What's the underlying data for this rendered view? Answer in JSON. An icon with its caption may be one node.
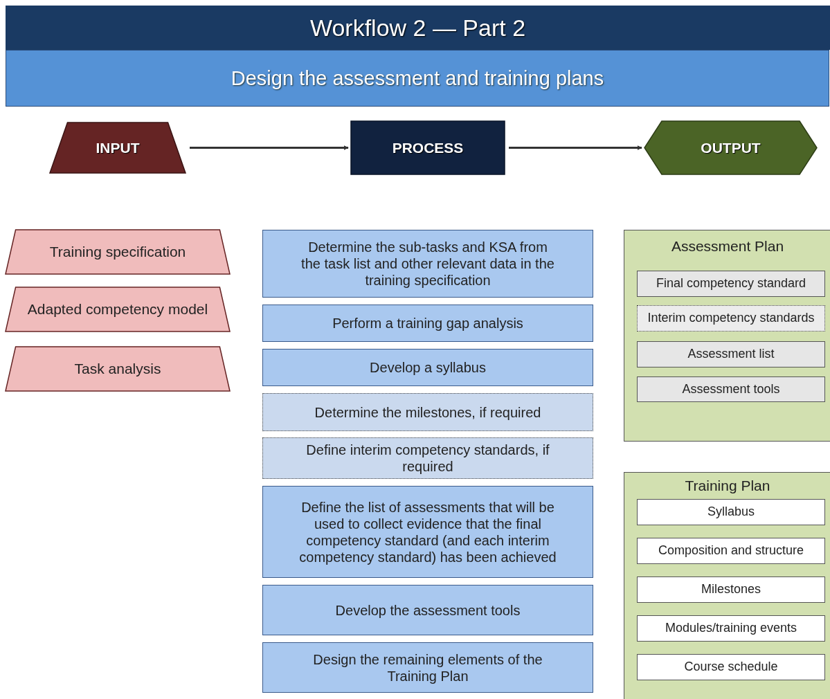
{
  "diagram": {
    "title": "Workflow 2 — Part 2",
    "nodes": [
      {
        "text": [
          "INPUT"
        ]
      },
      {
        "text": [
          "PROCESS"
        ]
      },
      {
        "text": [
          "OUTPUT"
        ]
      },
      {
        "text": [
          "Training specification"
        ]
      },
      {
        "text": [
          "Adapted competency model"
        ]
      },
      {
        "text": [
          "Task analysis"
        ]
      },
      {
        "text": [
          "Determine the sub-tasks and KSA from the task list and other relevant data in the training specification"
        ]
      },
      {
        "text": [
          "Perform a training gap analysis"
        ]
      },
      {
        "text": [
          "Develop a syllabus"
        ]
      },
      {
        "text": [
          "Determine the milestones, if required"
        ]
      },
      {
        "text": [
          "Define interim competency standards, if required"
        ]
      },
      {
        "text": [
          "Define the list of assessments that will be used to collect evidence that the final competency standard (and each interim competency standard) has been achieved"
        ]
      },
      {
        "text": [
          "Develop the assessment tools"
        ]
      },
      {
        "text": [
          "Design the remaining elements of the Training Plan"
        ]
      },
      {
        "text": [
          "Assessment Plan"
        ]
      },
      {
        "text": [
          "Final competency standard"
        ],
        "in": 14
      },
      {
        "text": [
          "Interim competency standards"
        ],
        "in": 14
      },
      {
        "text": [
          "Assessment list"
        ],
        "in": 14
      },
      {
        "text": [
          "Assessment tools"
        ],
        "in": 14
      },
      {
        "text": [
          "Training Plan"
        ]
      },
      {
        "text": [
          "Syllabus"
        ],
        "in": 19
      },
      {
        "text": [
          "Composition and structure"
        ],
        "in": 19
      },
      {
        "text": [
          "Milestones"
        ],
        "in": 19
      },
      {
        "text": [
          "Modules/training events"
        ],
        "in": 19
      },
      {
        "text": [
          "Course schedule"
        ],
        "in": 19
      }
    ],
    "edges": [
      {
        "from": 0,
        "to": 1,
        "arrow": "to"
      },
      {
        "from": 1,
        "to": 2,
        "arrow": "to"
      }
    ],
    "labels": [
      "Design the assessment and training plans"
    ]
  }
}
